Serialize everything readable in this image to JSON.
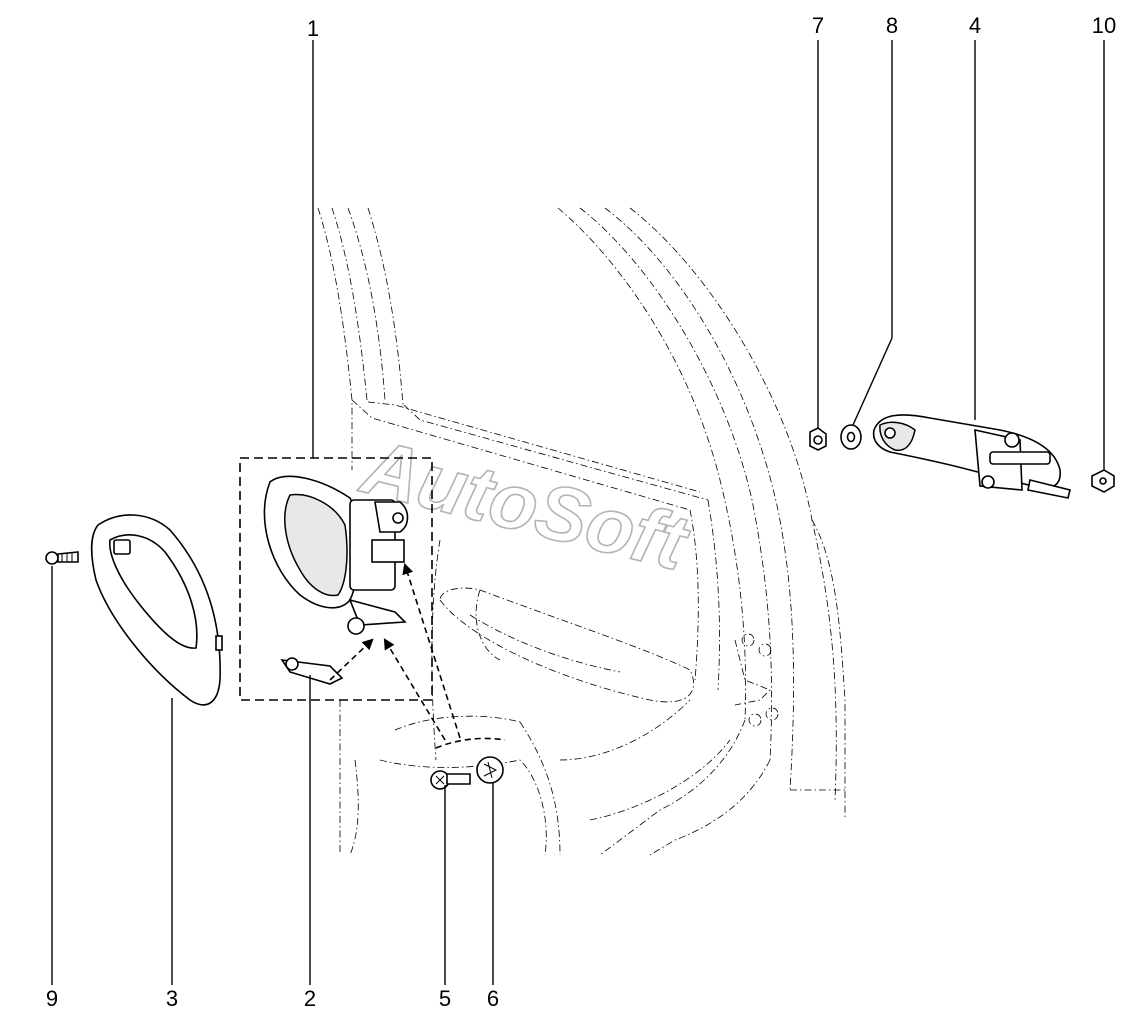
{
  "watermark": "AutoSoft",
  "callouts": {
    "c1": "1",
    "c2": "2",
    "c3": "3",
    "c4": "4",
    "c5": "5",
    "c6": "6",
    "c7": "7",
    "c8": "8",
    "c9": "9",
    "c10": "10"
  }
}
